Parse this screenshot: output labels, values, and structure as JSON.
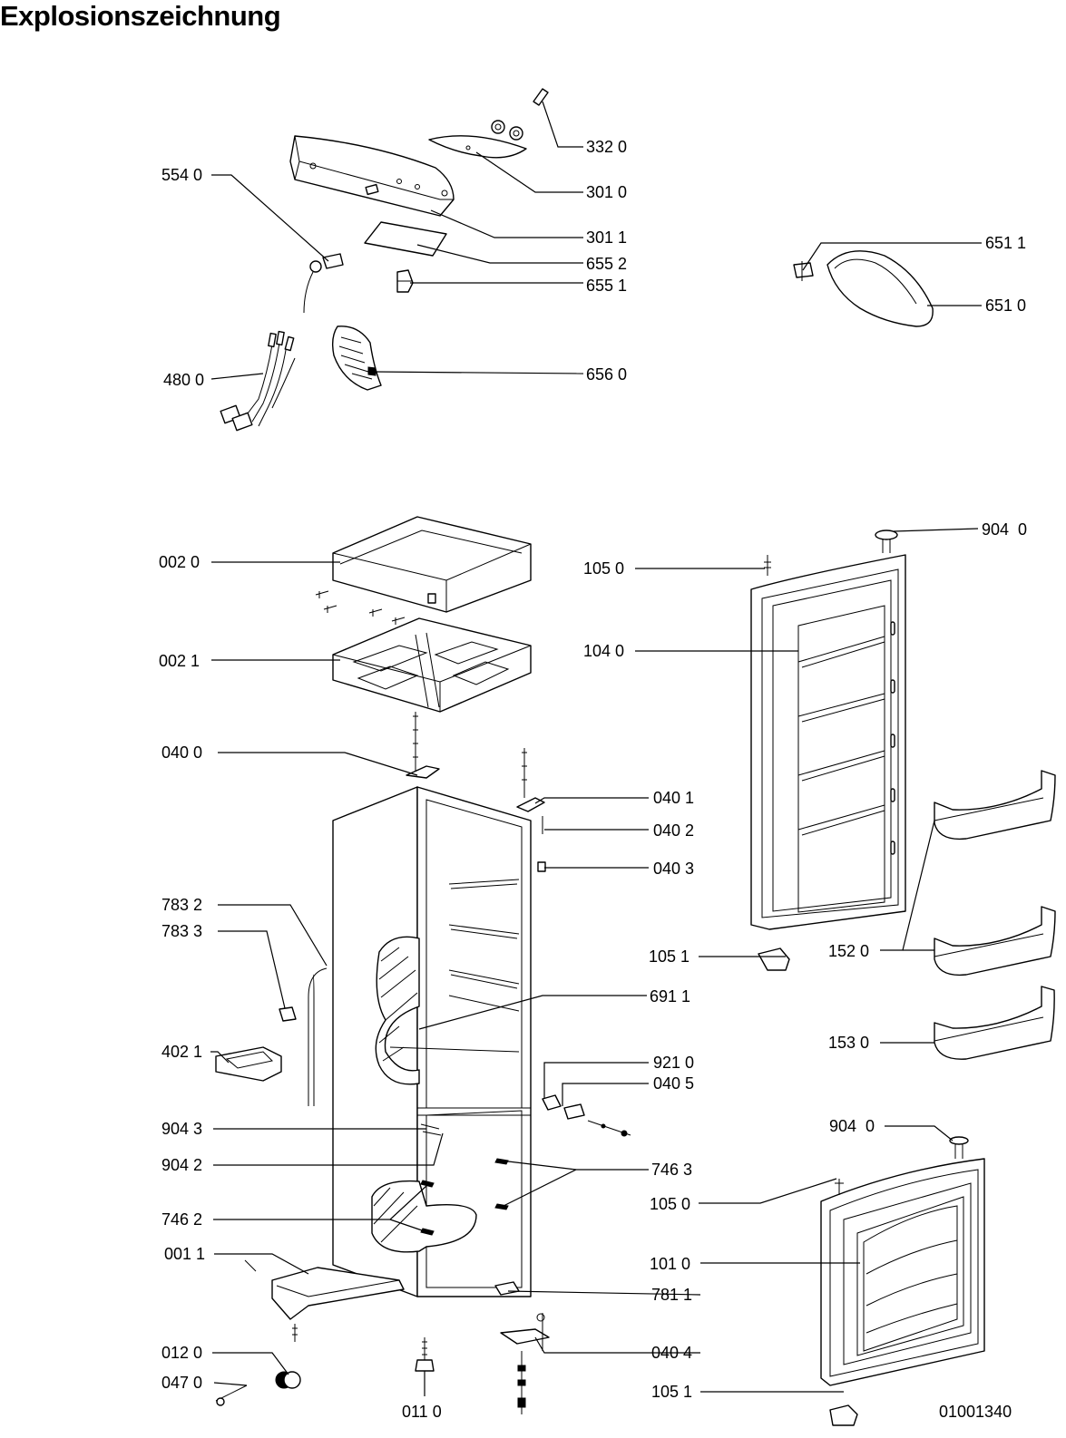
{
  "title": "Explosionszeichnung",
  "drawing_number": "01001340",
  "labels": {
    "p3320": "332 0",
    "p3010": "301 0",
    "p3011": "301 1",
    "p5540": "554 0",
    "p6552": "655 2",
    "p6551": "655 1",
    "p6511": "651 1",
    "p6510": "651 0",
    "p4800": "480 0",
    "p6560": "656 0",
    "p0020": "002 0",
    "p0021": "002 1",
    "p0400": "040 0",
    "p0401": "040 1",
    "p0402": "040 2",
    "p0403": "040 3",
    "p1050a": "105 0",
    "p1040": "104 0",
    "p9040a": "904  0",
    "p7832": "783 2",
    "p7833": "783 3",
    "p1051a": "105 1",
    "p1520": "152 0",
    "p6911": "691 1",
    "p1530": "153 0",
    "p4021": "402 1",
    "p9210": "921 0",
    "p0405": "040 5",
    "p9043": "904 3",
    "p9042": "904 2",
    "p7463": "746 3",
    "p7462": "746 2",
    "p9040b": "904  0",
    "p1050b": "105 0",
    "p0011": "001 1",
    "p1010": "101 0",
    "p7811": "781 1",
    "p0120": "012 0",
    "p0404": "040 4",
    "p0470": "047 0",
    "p1051b": "105 1",
    "p0110": "011 0"
  }
}
